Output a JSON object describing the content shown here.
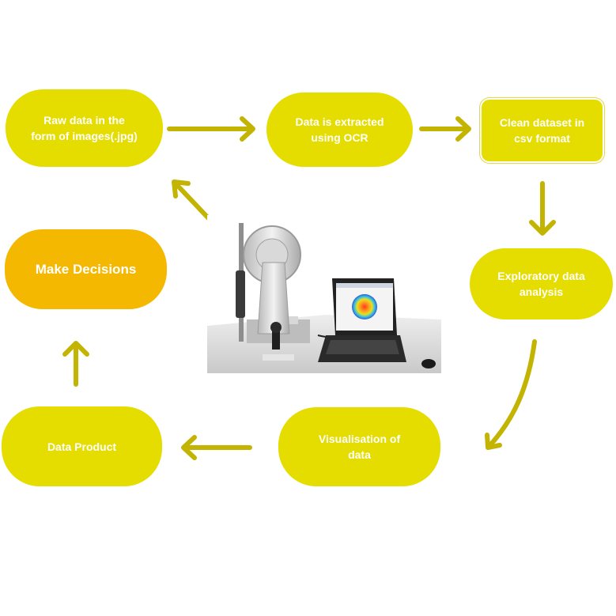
{
  "nodes": {
    "raw_data": "Raw data in the\nform of images(.jpg)",
    "extracted": "Data is extracted\nusing OCR",
    "clean": "Clean dataset in\ncsv format",
    "eda": "Exploratory data\nanalysis",
    "visualisation": "Visualisation of\ndata",
    "data_product": "Data Product",
    "decisions": "Make Decisions"
  },
  "colors": {
    "node": "#e5dc00",
    "decision": "#f4b800",
    "arrow": "#c2b400",
    "text": "#ffffff"
  },
  "photo": {
    "icon": "corneal-topographer-with-laptop-photo"
  }
}
